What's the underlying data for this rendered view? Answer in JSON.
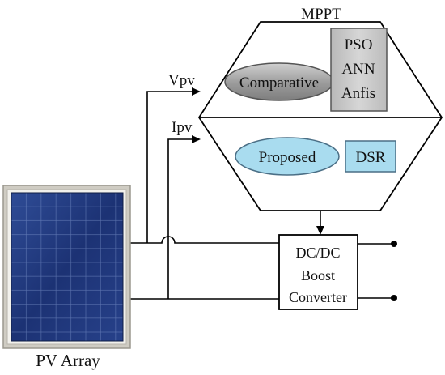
{
  "mppt": {
    "title": "MPPT",
    "comparative_label": "Comparative",
    "methods": [
      "PSO",
      "ANN",
      "Anfis"
    ],
    "proposed_label": "Proposed",
    "dsr_label": "DSR"
  },
  "signals": {
    "vpv": "Vpv",
    "ipv": "Ipv"
  },
  "converter": {
    "lines": [
      "DC/DC",
      "Boost",
      "Converter"
    ]
  },
  "pv": {
    "label": "PV Array"
  },
  "colors": {
    "comparative_fill": "#9a9a9a",
    "methods_fill": "#c8c8c8",
    "proposed_fill": "#a9dcef",
    "dsr_fill": "#a9dcef",
    "panel_cell": "#1e3470",
    "panel_frame": "#c9c6bd"
  }
}
